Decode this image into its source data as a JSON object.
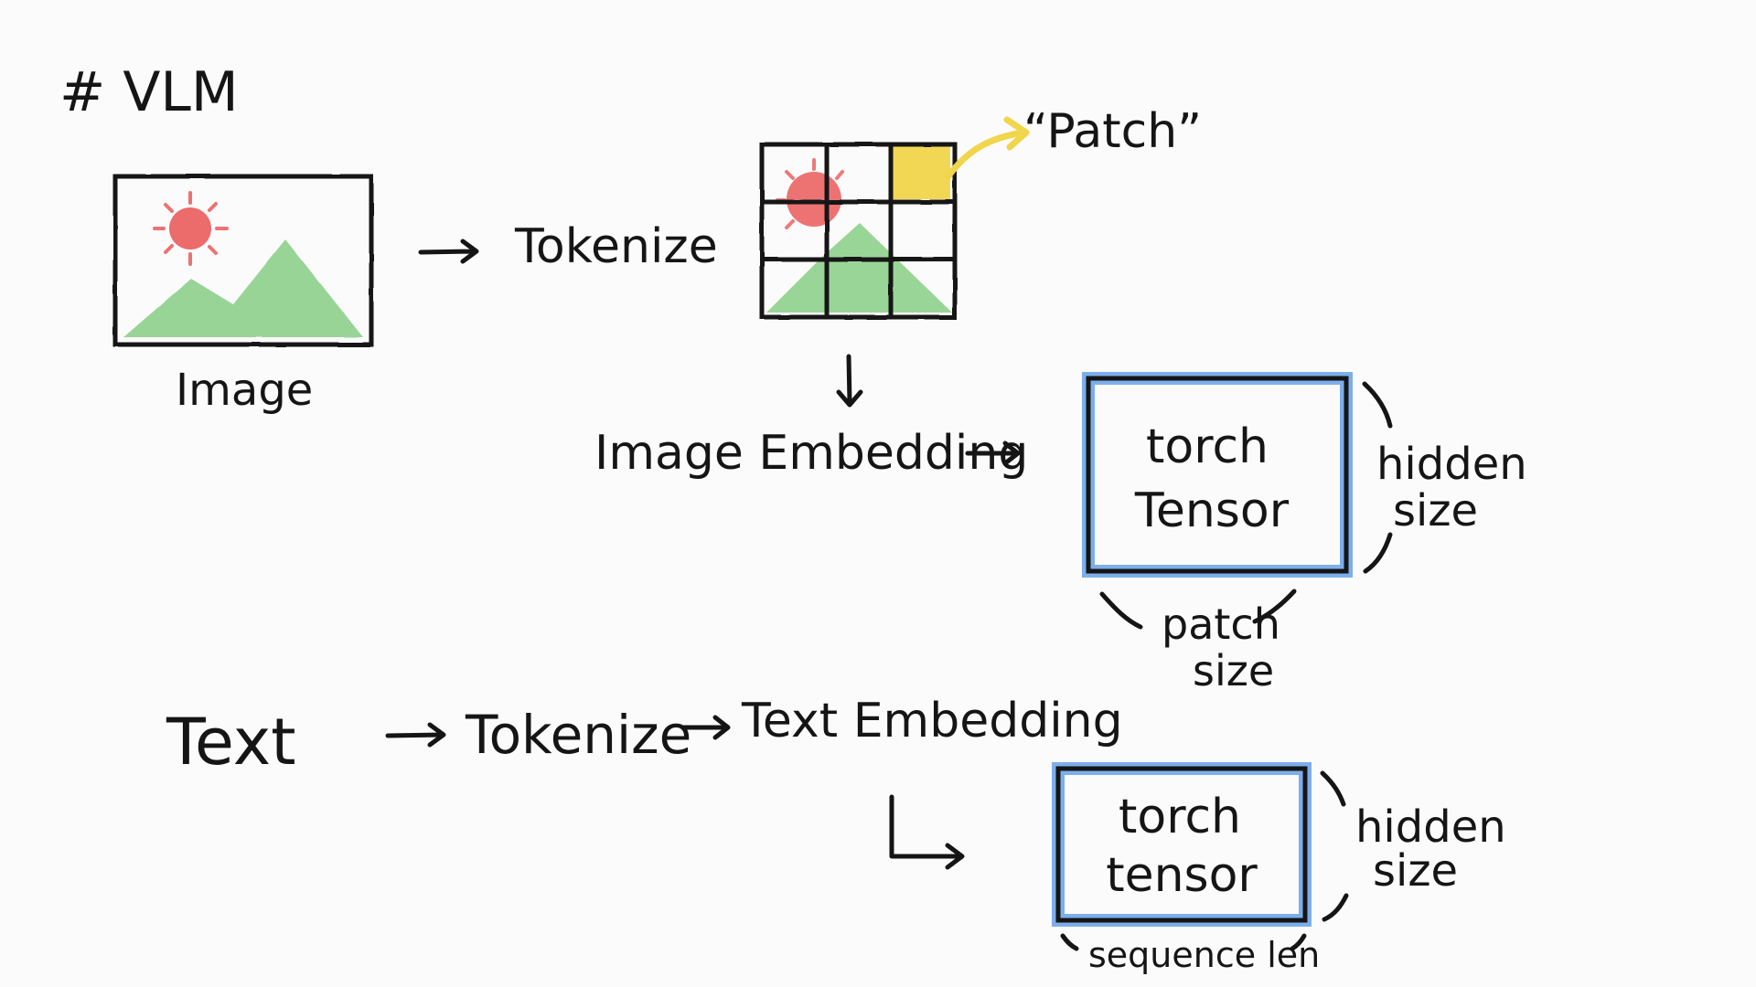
{
  "title": "# VLM",
  "image_section": {
    "image_label": "Image",
    "tokenize_label": "Tokenize",
    "patch_label": "“Patch”",
    "image_embedding_label": "Image Embedding",
    "tensor_line1": "torch",
    "tensor_line2": "Tensor",
    "right_dim_line1": "hidden",
    "right_dim_line2": "size",
    "bottom_dim_line1": "patch",
    "bottom_dim_line2": "size"
  },
  "text_section": {
    "text_label": "Text",
    "tokenize_label": "Tokenize",
    "text_embedding_label": "Text Embedding",
    "tensor_line1": "torch",
    "tensor_line2": "tensor",
    "right_dim_line1": "hidden",
    "right_dim_line2": "size",
    "bottom_dim_label": "sequence len"
  },
  "colors": {
    "ink": "#151515",
    "sun": "#ea5b5b",
    "mountain": "#8fd08d",
    "highlight": "#f1d54b",
    "tensor_outline": "#6fa5ea",
    "background": "#fbfbfb"
  }
}
